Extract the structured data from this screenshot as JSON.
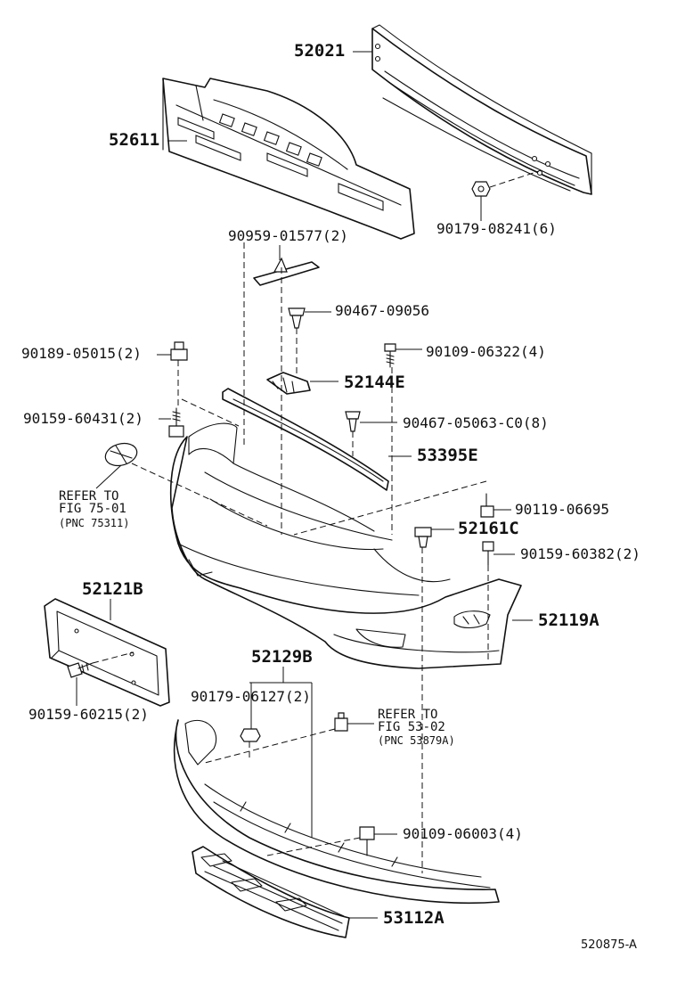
{
  "labels": {
    "p52021": "52021",
    "p52611": "52611",
    "p90179_08241": "90179-08241(6)",
    "p90959_01577": "90959-01577(2)",
    "p90467_09056": "90467-09056",
    "p90189_05015": "90189-05015(2)",
    "p90109_06322": "90109-06322(4)",
    "p52144E": "52144E",
    "p90159_60431": "90159-60431(2)",
    "p90467_05063": "90467-05063-C0(8)",
    "p53395E": "53395E",
    "p90119_06695": "90119-06695",
    "p52161C": "52161C",
    "p90159_60382": "90159-60382(2)",
    "p52121B": "52121B",
    "p52119A": "52119A",
    "p52129B": "52129B",
    "p90179_06127": "90179-06127(2)",
    "p90159_60215": "90159-60215(2)",
    "p90109_06003": "90109-06003(4)",
    "p53112A": "53112A"
  },
  "references": {
    "fig75": {
      "line1": "REFER TO",
      "line2": "FIG 75-01",
      "line3": "(PNC 75311)"
    },
    "fig53": {
      "line1": "REFER TO",
      "line2": "FIG 53-02",
      "line3": "(PNC 53879A)"
    }
  },
  "drawing_code": "520875-A"
}
